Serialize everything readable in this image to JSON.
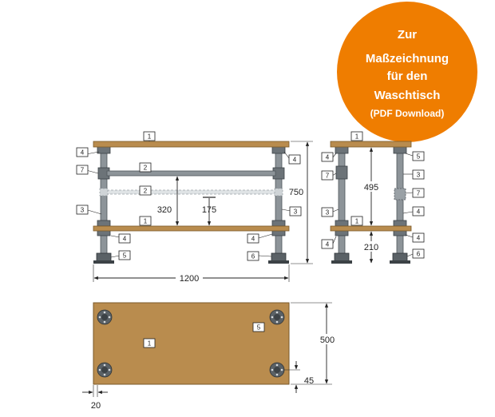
{
  "badge": {
    "lines": [
      "Zur",
      "Maßzeichnung",
      "für den",
      "Waschtisch"
    ],
    "sub": "(PDF Download)",
    "color": "#ef7d00"
  },
  "colors": {
    "wood": "#b98c4e",
    "wood_edge": "#7a5a2a",
    "pipe": "#8d9499",
    "pipe_light": "#c8cdd0",
    "pipe_dark": "#4f565b",
    "line": "#222222"
  },
  "dimensions": {
    "height": "750",
    "inner_height": "320",
    "shelf_offset": "175",
    "width": "1200",
    "side_upper": "495",
    "side_lower": "210",
    "depth": "500",
    "inset": "45",
    "edge": "20"
  },
  "callouts": {
    "front": [
      {
        "id": "front-top-board",
        "text": "1"
      },
      {
        "id": "front-top-left",
        "text": "4"
      },
      {
        "id": "front-top-right",
        "text": "4"
      },
      {
        "id": "front-tee-left",
        "text": "7"
      },
      {
        "id": "front-upper-rail",
        "text": "2"
      },
      {
        "id": "front-lower-rail",
        "text": "2"
      },
      {
        "id": "front-leg-left",
        "text": "3"
      },
      {
        "id": "front-leg-right",
        "text": "3"
      },
      {
        "id": "front-bottom-board",
        "text": "1"
      },
      {
        "id": "front-foot-left",
        "text": "4"
      },
      {
        "id": "front-foot-right",
        "text": "4"
      },
      {
        "id": "front-base-left",
        "text": "5"
      },
      {
        "id": "front-base-right",
        "text": "6"
      }
    ],
    "side": [
      {
        "id": "side-top-board",
        "text": "1"
      },
      {
        "id": "side-top-left",
        "text": "4"
      },
      {
        "id": "side-top-right",
        "text": "5"
      },
      {
        "id": "side-tee-left",
        "text": "7"
      },
      {
        "id": "side-pipe-right",
        "text": "3"
      },
      {
        "id": "side-tee-right",
        "text": "7"
      },
      {
        "id": "side-leg-left",
        "text": "3"
      },
      {
        "id": "side-bottom-board",
        "text": "1"
      },
      {
        "id": "side-mid-right",
        "text": "4"
      },
      {
        "id": "side-foot-left",
        "text": "4"
      },
      {
        "id": "side-foot-right",
        "text": "4"
      },
      {
        "id": "side-base-right",
        "text": "6"
      }
    ],
    "top": [
      {
        "id": "top-board",
        "text": "1"
      },
      {
        "id": "top-flange",
        "text": "5"
      }
    ]
  }
}
